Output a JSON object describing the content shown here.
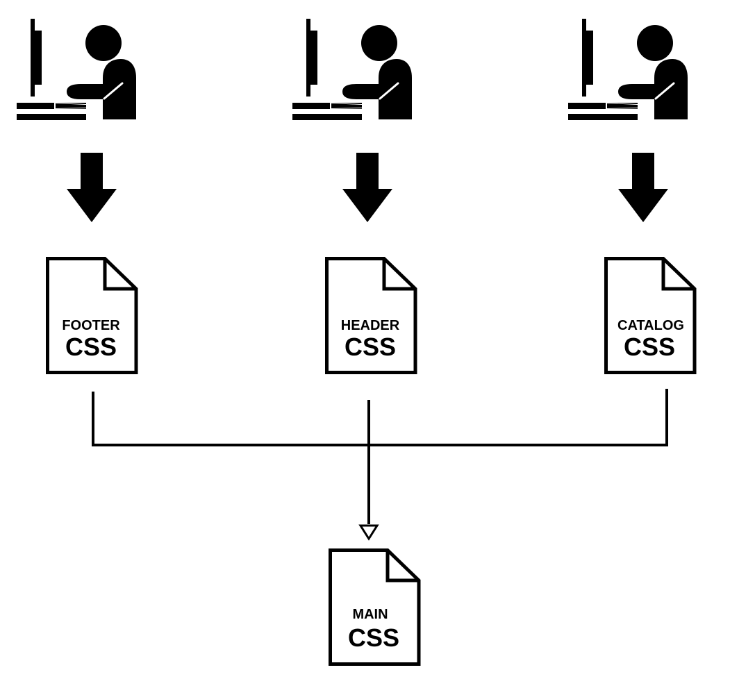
{
  "diagram": {
    "colors": {
      "stroke": "#000000",
      "background": "#ffffff"
    },
    "developers": [
      {
        "icon": "developer-at-computer-icon"
      },
      {
        "icon": "developer-at-computer-icon"
      },
      {
        "icon": "developer-at-computer-icon"
      }
    ],
    "arrows": [
      {
        "icon": "arrow-down-icon"
      },
      {
        "icon": "arrow-down-icon"
      },
      {
        "icon": "arrow-down-icon"
      }
    ],
    "documents": [
      {
        "name": "FOOTER",
        "type": "CSS",
        "icon": "document-icon"
      },
      {
        "name": "HEADER",
        "type": "CSS",
        "icon": "document-icon"
      },
      {
        "name": "CATALOG",
        "type": "CSS",
        "icon": "document-icon"
      }
    ],
    "result": {
      "name": "MAIN",
      "type": "CSS",
      "icon": "document-icon"
    },
    "connectors": {
      "merge_arrow_icon": "hollow-arrowhead-icon"
    }
  }
}
